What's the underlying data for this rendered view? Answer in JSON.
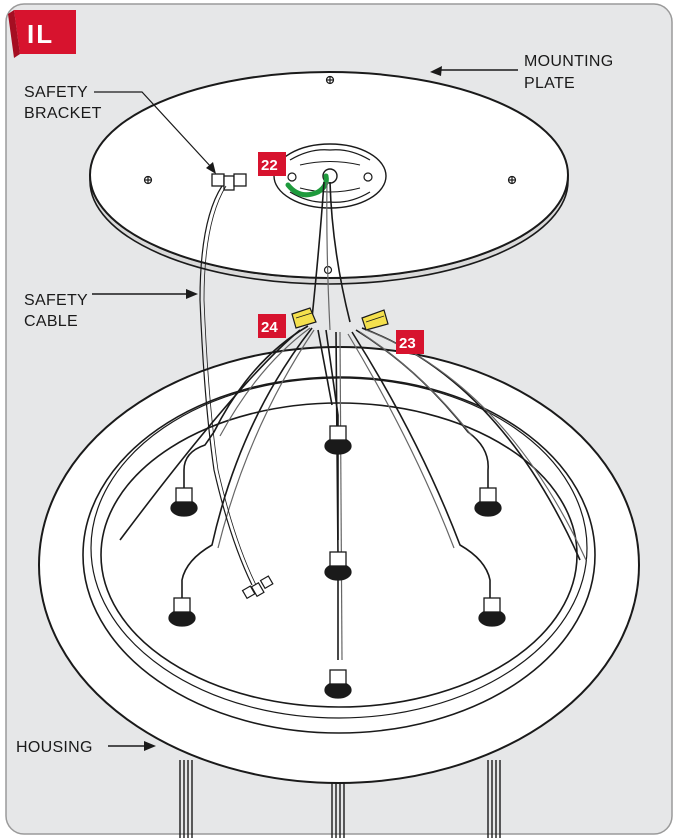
{
  "badge": {
    "text": "IL",
    "color": "#d7132e"
  },
  "labels": {
    "mounting_plate": [
      "MOUNTING",
      "PLATE"
    ],
    "safety_bracket": [
      "SAFETY",
      "BRACKET"
    ],
    "safety_cable": [
      "SAFETY",
      "CABLE"
    ],
    "housing": "HOUSING"
  },
  "callouts": [
    {
      "id": "22",
      "color": "#d7132e"
    },
    {
      "id": "24",
      "color": "#d7132e"
    },
    {
      "id": "23",
      "color": "#d7132e"
    }
  ],
  "colors": {
    "panel_background": "#e6e7e8",
    "line": "#1a1a1a",
    "wire_connector": "#f4e04d",
    "ground_wire": "#1e9a3c"
  }
}
